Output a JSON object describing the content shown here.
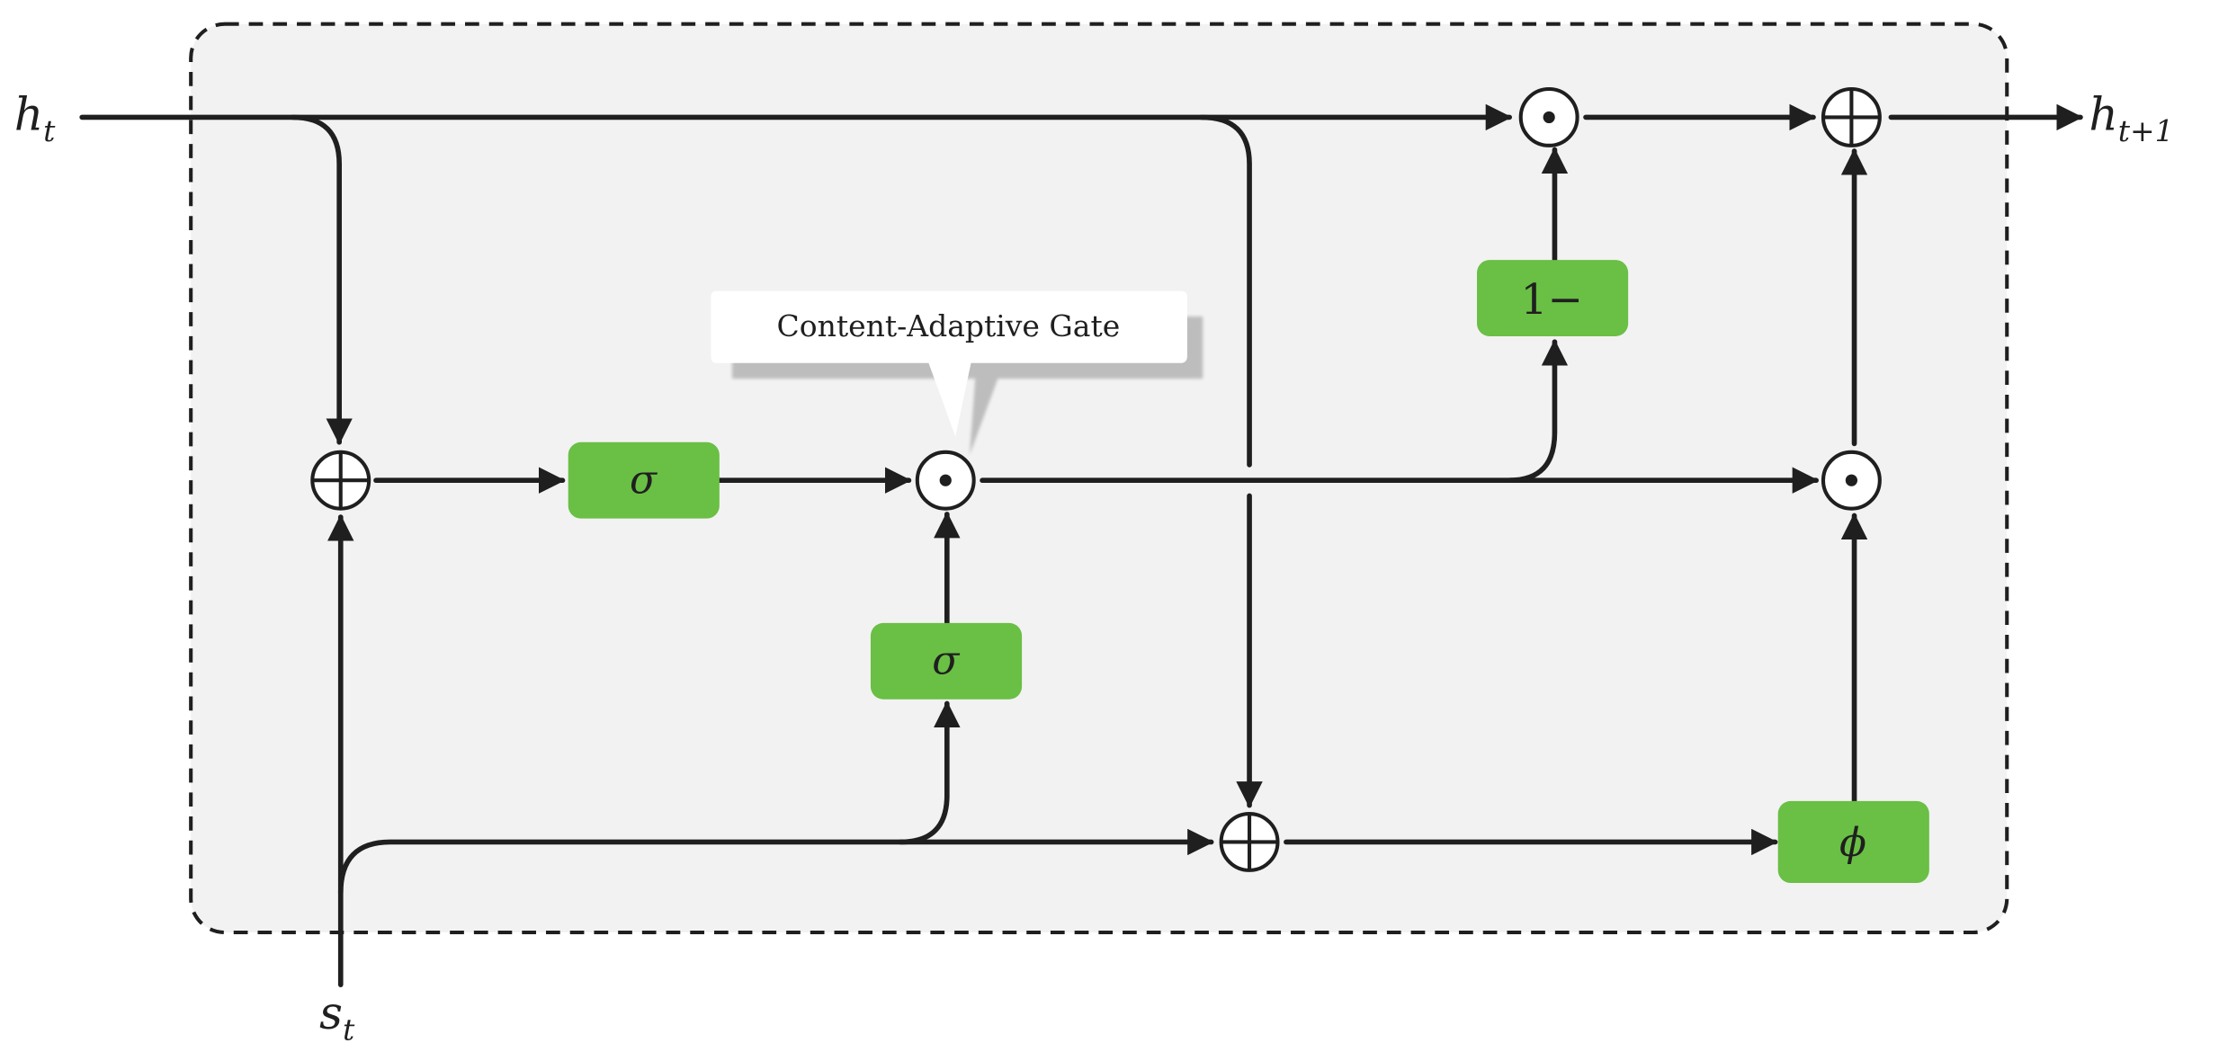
{
  "inputs": {
    "h_main": "h",
    "h_sub": "t",
    "s_main": "s",
    "s_sub": "t"
  },
  "output": {
    "h_main": "h",
    "h_sub": "t+1"
  },
  "gates": {
    "sigma_top": "σ",
    "sigma_bottom": "σ",
    "one_minus": "1−",
    "phi": "ϕ"
  },
  "callout": {
    "text": "Content-Adaptive Gate"
  },
  "colors": {
    "gate_fill": "#6abf45",
    "cell_background": "#f2f2f2",
    "line": "#1f1f1f"
  }
}
